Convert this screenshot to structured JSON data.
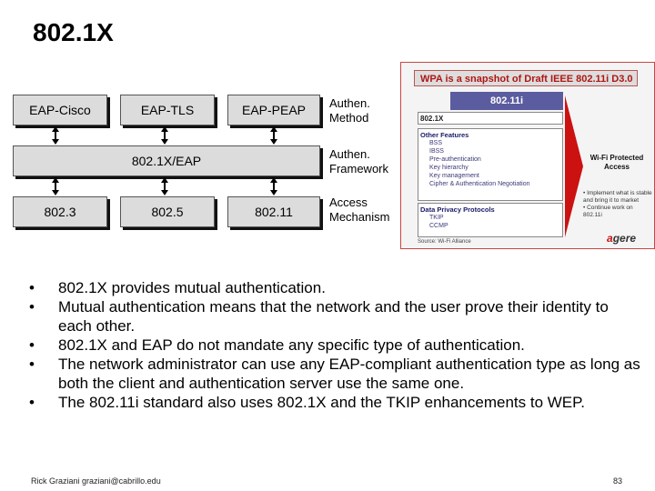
{
  "title": "802.1X",
  "diagram": {
    "methods": [
      "EAP-Cisco",
      "EAP-TLS",
      "EAP-PEAP"
    ],
    "framework": "802.1X/EAP",
    "media": [
      "802.3",
      "802.5",
      "802.11"
    ],
    "side_labels": [
      "Authen. Method",
      "Authen. Framework",
      "Access Mechanism"
    ]
  },
  "wpa_image": {
    "title": "WPA is a snapshot of Draft IEEE 802.11i D3.0",
    "label_80211i": "802.11i",
    "label_8021x": "802.1X",
    "other_features_heading": "Other Features",
    "other_features": [
      "BSS",
      "IBSS",
      "Pre-authentication",
      "Key hierarchy",
      "Key management",
      "Cipher & Authentication Negotiation"
    ],
    "privacy_heading": "Data Privacy Protocols",
    "privacy_items": [
      "TKIP",
      "CCMP"
    ],
    "source": "Source: Wi-Fi Alliance",
    "wifi_label": "Wi-Fi Protected Access",
    "notes": [
      "• Implement what is stable and bring it to market",
      "• Continue work on 802.11i"
    ],
    "logo_prefix": "a",
    "logo_rest": "gere"
  },
  "bullets": [
    "802.1X provides mutual authentication.",
    "Mutual authentication means that the network and the user prove their identity to each other.",
    "802.1X and EAP do not mandate any specific type of authentication.",
    "The network administrator can use any EAP-compliant authentication type as long as both the client and authentication server use the same one.",
    "The 802.11i standard also uses 802.1X and the TKIP enhancements to WEP."
  ],
  "bullet_symbol": "•",
  "footer": "Rick Graziani graziani@cabrillo.edu",
  "page_number": "83"
}
